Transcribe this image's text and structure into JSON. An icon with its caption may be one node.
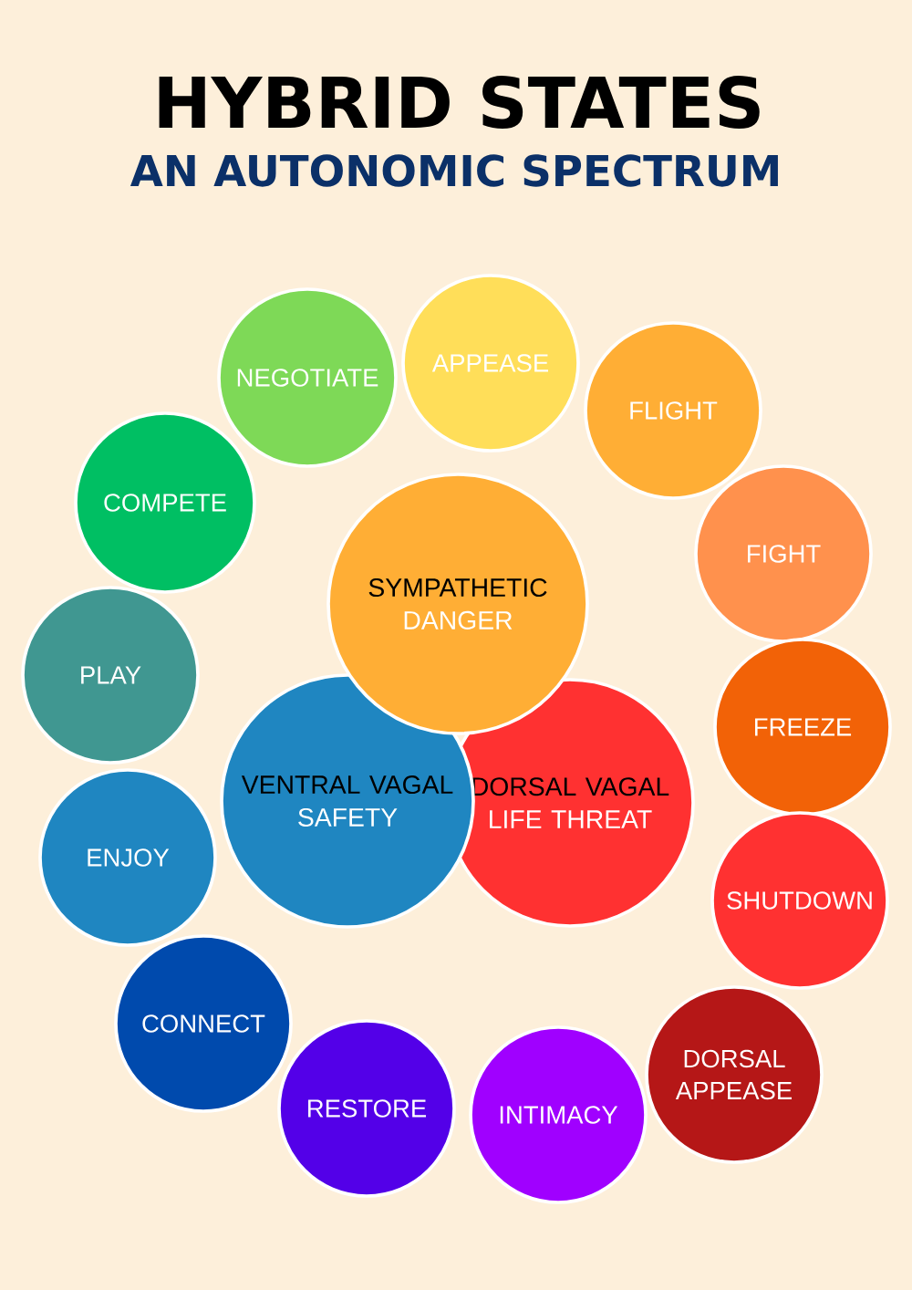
{
  "diagram": {
    "title": "HYBRID STATES",
    "labels": [
      "AN AUTONOMIC SPECTRUM"
    ],
    "nodes": [
      {
        "text": [
          "NEGOTIATE"
        ]
      },
      {
        "text": [
          "APPEASE"
        ]
      },
      {
        "text": [
          "FLIGHT"
        ]
      },
      {
        "text": [
          "COMPETE"
        ]
      },
      {
        "text": [
          "FIGHT"
        ]
      },
      {
        "text": [
          "SYMPATHETIC",
          "DANGER"
        ]
      },
      {
        "text": [
          "PLAY"
        ]
      },
      {
        "text": [
          "FREEZE"
        ]
      },
      {
        "text": [
          "VENTRAL VAGAL",
          "SAFETY"
        ]
      },
      {
        "text": [
          "DORSAL VAGAL",
          "LIFE THREAT"
        ]
      },
      {
        "text": [
          "ENJOY"
        ]
      },
      {
        "text": [
          "SHUTDOWN"
        ]
      },
      {
        "text": [
          "CONNECT"
        ]
      },
      {
        "text": [
          "DORSAL APPEASE"
        ]
      },
      {
        "text": [
          "RESTORE"
        ]
      },
      {
        "text": [
          "INTIMACY"
        ]
      }
    ],
    "edges": []
  }
}
